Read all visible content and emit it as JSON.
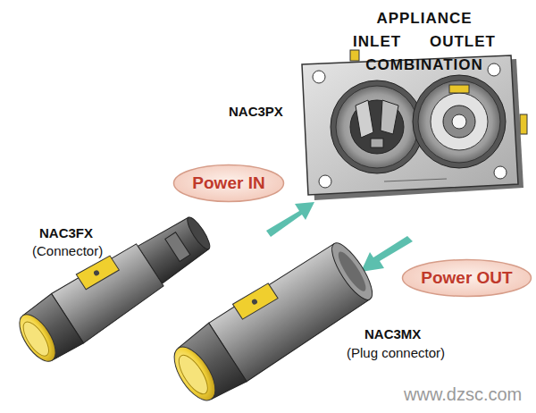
{
  "diagram": {
    "title": "APPLIANCE INLET OUTLET COMBINATION",
    "nodes": [
      {
        "text": [
          "Power IN"
        ]
      },
      {
        "text": [
          "Power OUT"
        ]
      }
    ],
    "labels": [
      "NAC3PX",
      "NAC3FX",
      "(Connector)",
      "NAC3MX",
      "(Plug connector)",
      "www.dzsc.com"
    ]
  }
}
